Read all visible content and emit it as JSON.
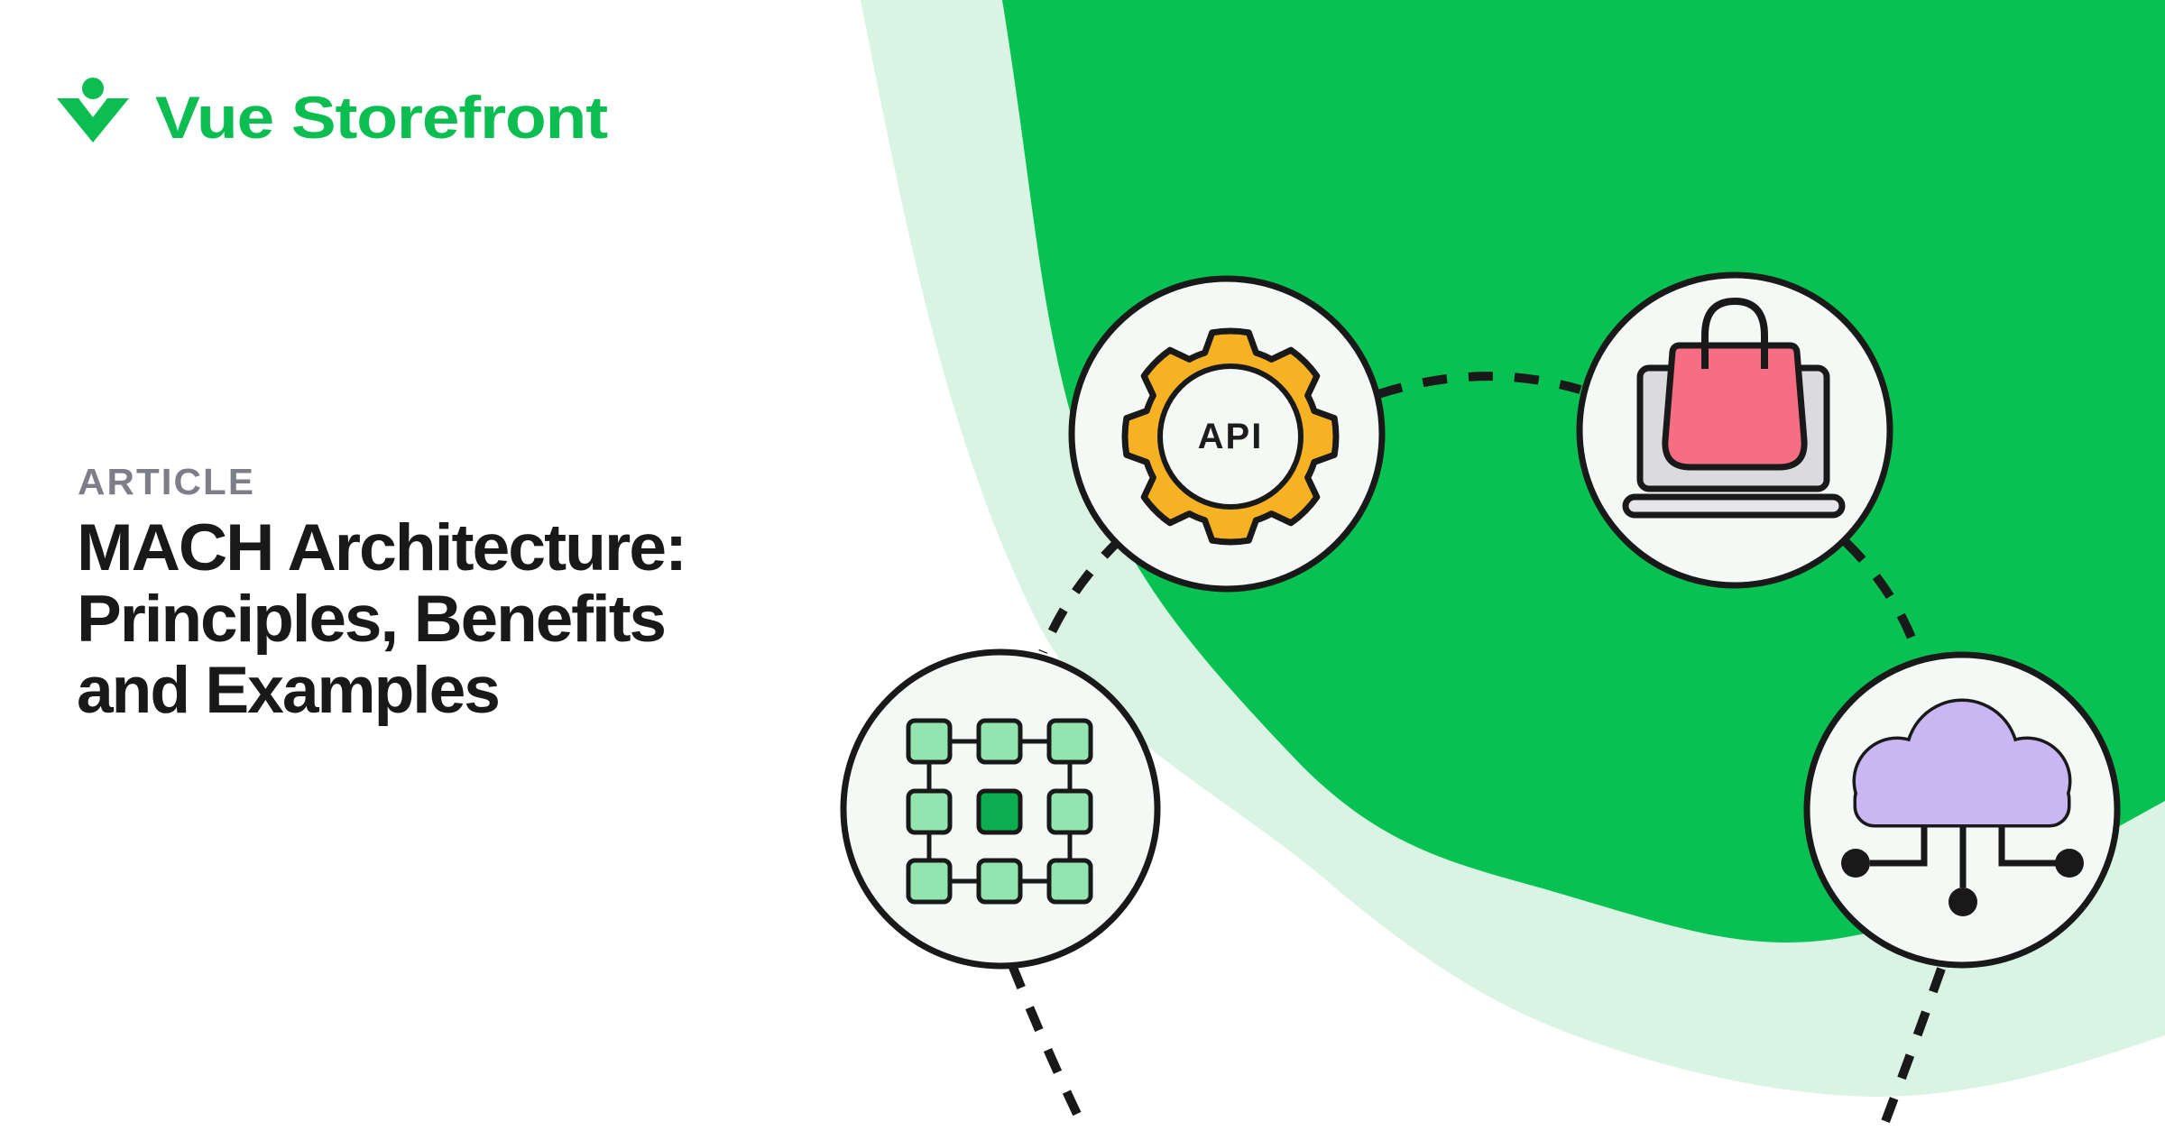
{
  "colors": {
    "brand_green": "#0CBE52",
    "blob_green": "#08C153",
    "blob_light_green": "#D9F4E2",
    "ink": "#191919",
    "eyebrow_gray": "#7E7E88",
    "node_fill": "#F5F9F6",
    "gear_yellow": "#F6B222",
    "bag_pink": "#F76D84",
    "laptop_gray": "#DBDBDF",
    "laptop_base_gray": "#E6E6EA",
    "cloud_purple": "#C8B7F2",
    "square_green": "#92E5AE",
    "square_green_dark": "#0CAE4F"
  },
  "logo": {
    "brand": "Vue Storefront",
    "mark": "v-check-icon"
  },
  "article": {
    "eyebrow": "ARTICLE",
    "title_lines": [
      "MACH Architecture:",
      "Principles, Benefits",
      "and Examples"
    ]
  },
  "diagram": {
    "nodes": [
      {
        "id": "api-first",
        "icon": "gear-icon",
        "badge": "API"
      },
      {
        "id": "headless-commerce",
        "icon": "laptop-shopping-bag-icon"
      },
      {
        "id": "microservices",
        "icon": "microservices-grid-icon"
      },
      {
        "id": "cloud-native",
        "icon": "cloud-network-icon"
      }
    ]
  }
}
